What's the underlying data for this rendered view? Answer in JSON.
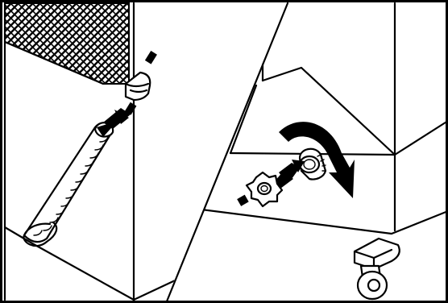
{
  "figure": {
    "panels": [
      {
        "id": "left-panel",
        "step": "insert-drain-hose-into-outlet"
      },
      {
        "id": "right-panel",
        "step": "unscrew-drain-plug-and-cap"
      }
    ],
    "icons": {
      "left": [
        "mesh-grille-icon",
        "hose-cap-icon",
        "insertion-arrow-icon",
        "drain-hose-icon"
      ],
      "right": [
        "rotation-arrow-icon",
        "drain-plug-icon",
        "removal-arrow-icon",
        "rubber-stopper-icon",
        "caster-wheel-icon"
      ]
    },
    "colors": {
      "ink": "#000000",
      "paper": "#ffffff"
    }
  }
}
